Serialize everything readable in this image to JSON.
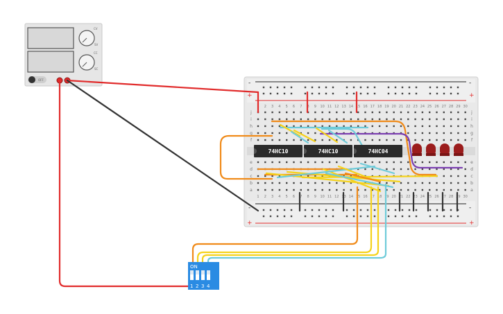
{
  "power_supply": {
    "off_label": "OFF",
    "knob1_labels": [
      "CV",
      "SV"
    ],
    "knob2_labels": [
      "CC",
      "SC"
    ]
  },
  "breadboard": {
    "column_numbers": [
      "1",
      "2",
      "3",
      "4",
      "5",
      "6",
      "7",
      "8",
      "9",
      "10",
      "11",
      "12",
      "13",
      "14",
      "15",
      "16",
      "17",
      "18",
      "19",
      "20",
      "21",
      "22",
      "23",
      "24",
      "25",
      "26",
      "27",
      "28",
      "29",
      "30"
    ],
    "top_row_letters": [
      "j",
      "i",
      "h",
      "g",
      "f"
    ],
    "bottom_row_letters": [
      "e",
      "d",
      "c",
      "b",
      "a"
    ],
    "rail_plus": "+",
    "rail_minus": "-"
  },
  "chips": [
    {
      "label": "74HC10"
    },
    {
      "label": "74HC10"
    },
    {
      "label": "74HC04"
    }
  ],
  "dip_switch": {
    "on_label": "ON",
    "switch_numbers": [
      "1",
      "2",
      "3",
      "4"
    ]
  },
  "colors": {
    "red_wire": "#e12b2b",
    "black_wire": "#333333",
    "orange_wire": "#f08a18",
    "yellow_wire": "#f5d21a",
    "cyan_wire": "#6ecbd9",
    "purple_wire": "#7b3fb0",
    "chip_body": "#2b2b2b",
    "led": "#9b1c1c",
    "dip_body": "#2a8be3"
  }
}
